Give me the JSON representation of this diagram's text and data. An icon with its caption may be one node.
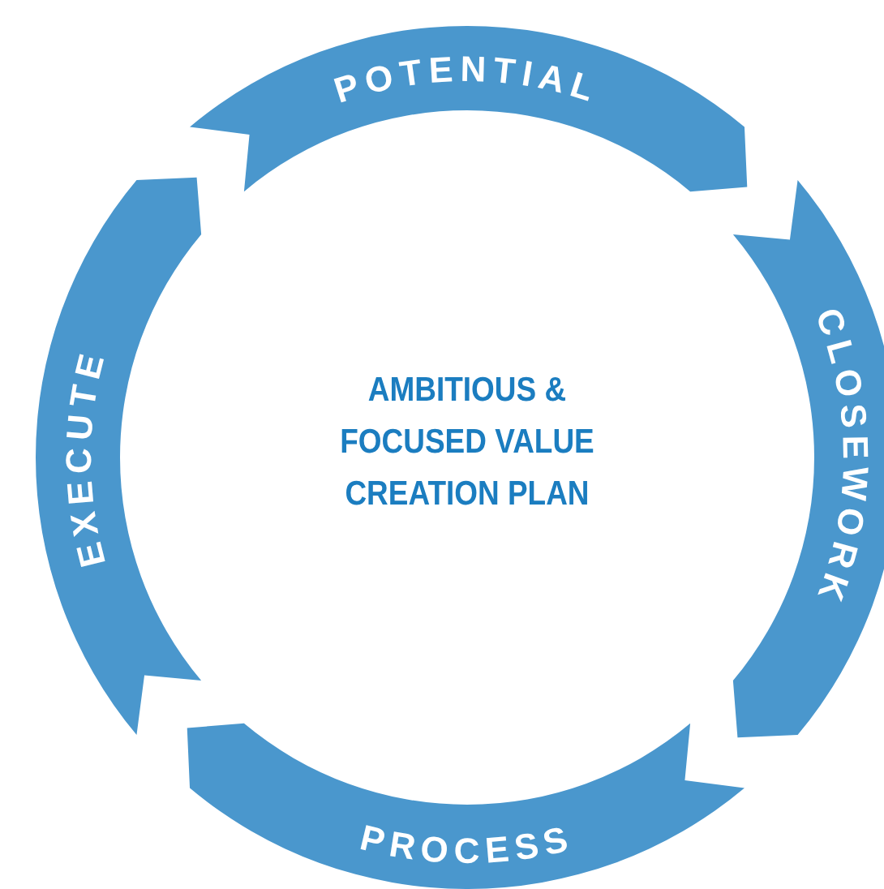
{
  "diagram": {
    "nodes": [
      {
        "text": [
          "POTENTIAL"
        ]
      },
      {
        "text": [
          "CLOSEWORK"
        ]
      },
      {
        "text": [
          "PROCESS"
        ]
      },
      {
        "text": [
          "EXECUTE"
        ]
      }
    ],
    "labels": [
      "AMBITIOUS & FOCUSED VALUE CREATION PLAN"
    ]
  }
}
